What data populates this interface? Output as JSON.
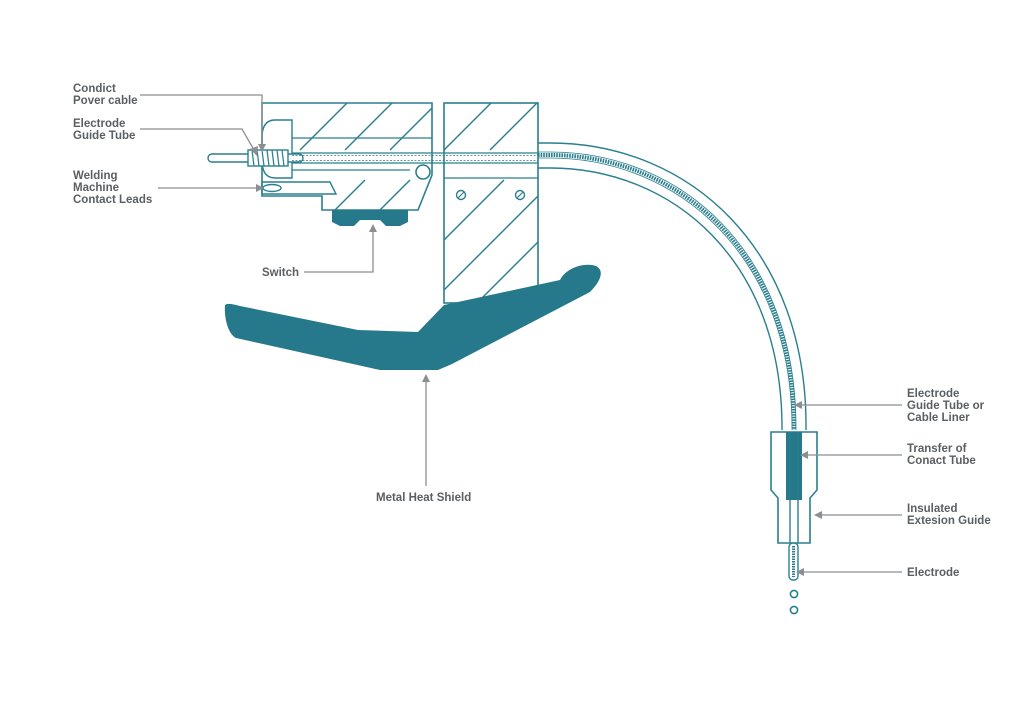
{
  "colors": {
    "teal": "#2a7f8e",
    "teal_fill": "#25798a",
    "label_text": "#5a5f63",
    "leader_line": "#8a8f93",
    "background": "#ffffff"
  },
  "labels": {
    "power_cable": [
      "Condict",
      "Pover cable"
    ],
    "guide_tube": [
      "Electrode",
      "Guide Tube"
    ],
    "contact_leads": [
      "Welding",
      "Machine",
      "Contact Leads"
    ],
    "switch": "Switch",
    "heat_shield": "Metal Heat Shield",
    "cable_liner": [
      "Electrode",
      "Guide Tube or",
      "Cable Liner"
    ],
    "contact_tube": [
      "Transfer of",
      "Conact Tube"
    ],
    "extension_guide": [
      "Insulated",
      "Extesion Guide"
    ],
    "electrode": "Electrode"
  }
}
